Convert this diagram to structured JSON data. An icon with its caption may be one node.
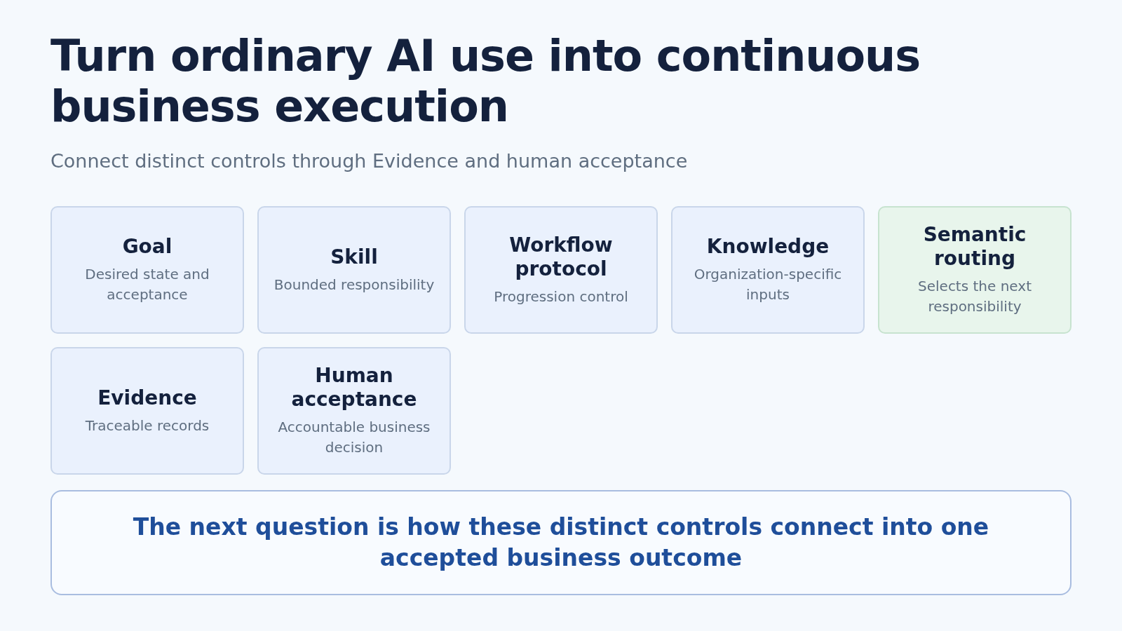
{
  "diagram": {
    "title": "Turn ordinary AI use into continuous business execution",
    "nodes": [
      {
        "text": [
          "Goal",
          "Desired state and acceptance"
        ]
      },
      {
        "text": [
          "Skill",
          "Bounded responsibility"
        ]
      },
      {
        "text": [
          "Workflow protocol",
          "Progression control"
        ]
      },
      {
        "text": [
          "Knowledge",
          "Organization-specific inputs"
        ]
      },
      {
        "text": [
          "Semantic routing",
          "Selects the next responsibility"
        ]
      },
      {
        "text": [
          "Evidence",
          "Traceable records"
        ]
      },
      {
        "text": [
          "Human acceptance",
          "Accountable business decision"
        ]
      },
      {
        "text": [
          "The next question is how these distinct controls connect into one accepted business outcome"
        ]
      }
    ],
    "edges": [],
    "labels": [
      "Connect distinct controls through Evidence and human acceptance"
    ]
  }
}
